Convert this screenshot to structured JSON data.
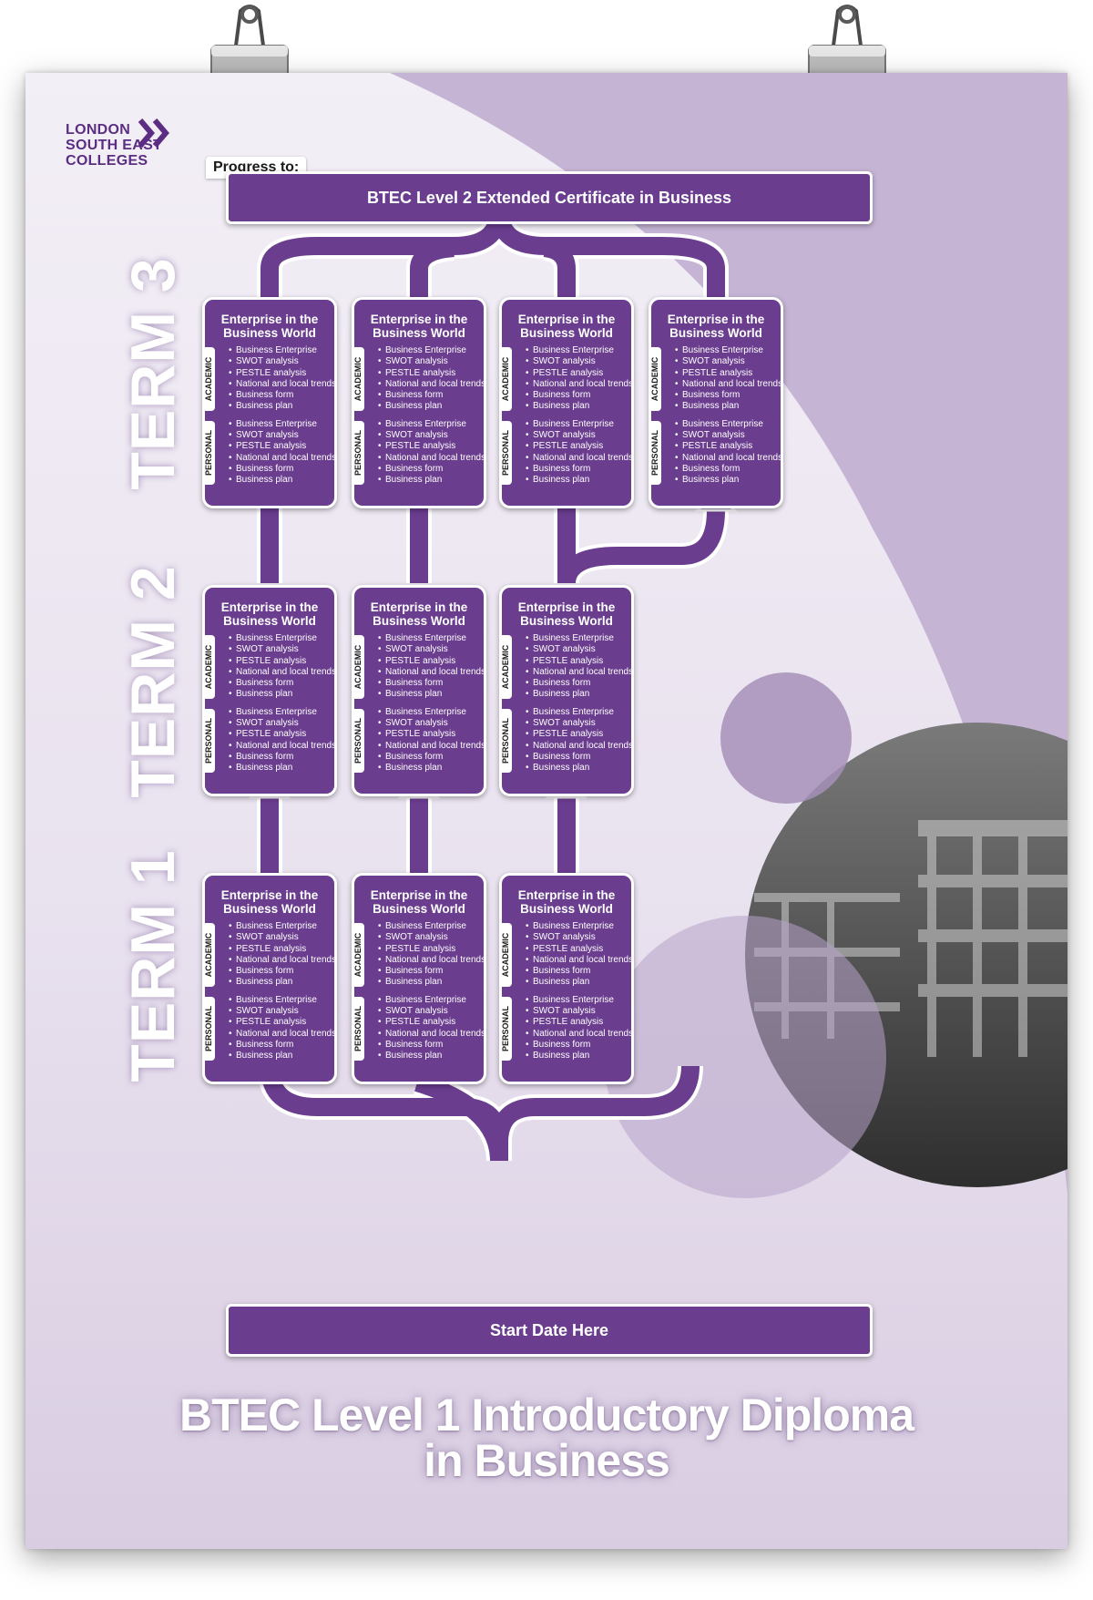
{
  "logo": {
    "lines": [
      "LONDON",
      "SOUTH EAST",
      "COLLEGES"
    ]
  },
  "progress": {
    "tag": "Progress to:",
    "destination": "BTEC Level 2 Extended Certificate in Business"
  },
  "start": {
    "label": "Start Date Here"
  },
  "title": {
    "line1": "BTEC Level 1 Introductory Diploma",
    "line2": "in Business"
  },
  "terms": [
    {
      "label": "TERM 3"
    },
    {
      "label": "TERM 2"
    },
    {
      "label": "TERM 1"
    }
  ],
  "card": {
    "title_line1": "Enterprise in the",
    "title_line2": "Business World",
    "academic_label": "ACADEMIC",
    "personal_label": "PERSONAL",
    "topics": [
      "Business Enterprise",
      "SWOT analysis",
      "PESTLE analysis",
      "National and local trends",
      "Business form",
      "Business plan"
    ]
  },
  "colors": {
    "primary": "#6a3d8f",
    "logo": "#5b2d83",
    "light_purple": "#c4b2d2"
  },
  "icons": {
    "logo_mark": "double-chevron-right-icon",
    "flow_arrow": "arrow-up-icon",
    "hanger": "binder-clip-icon"
  }
}
